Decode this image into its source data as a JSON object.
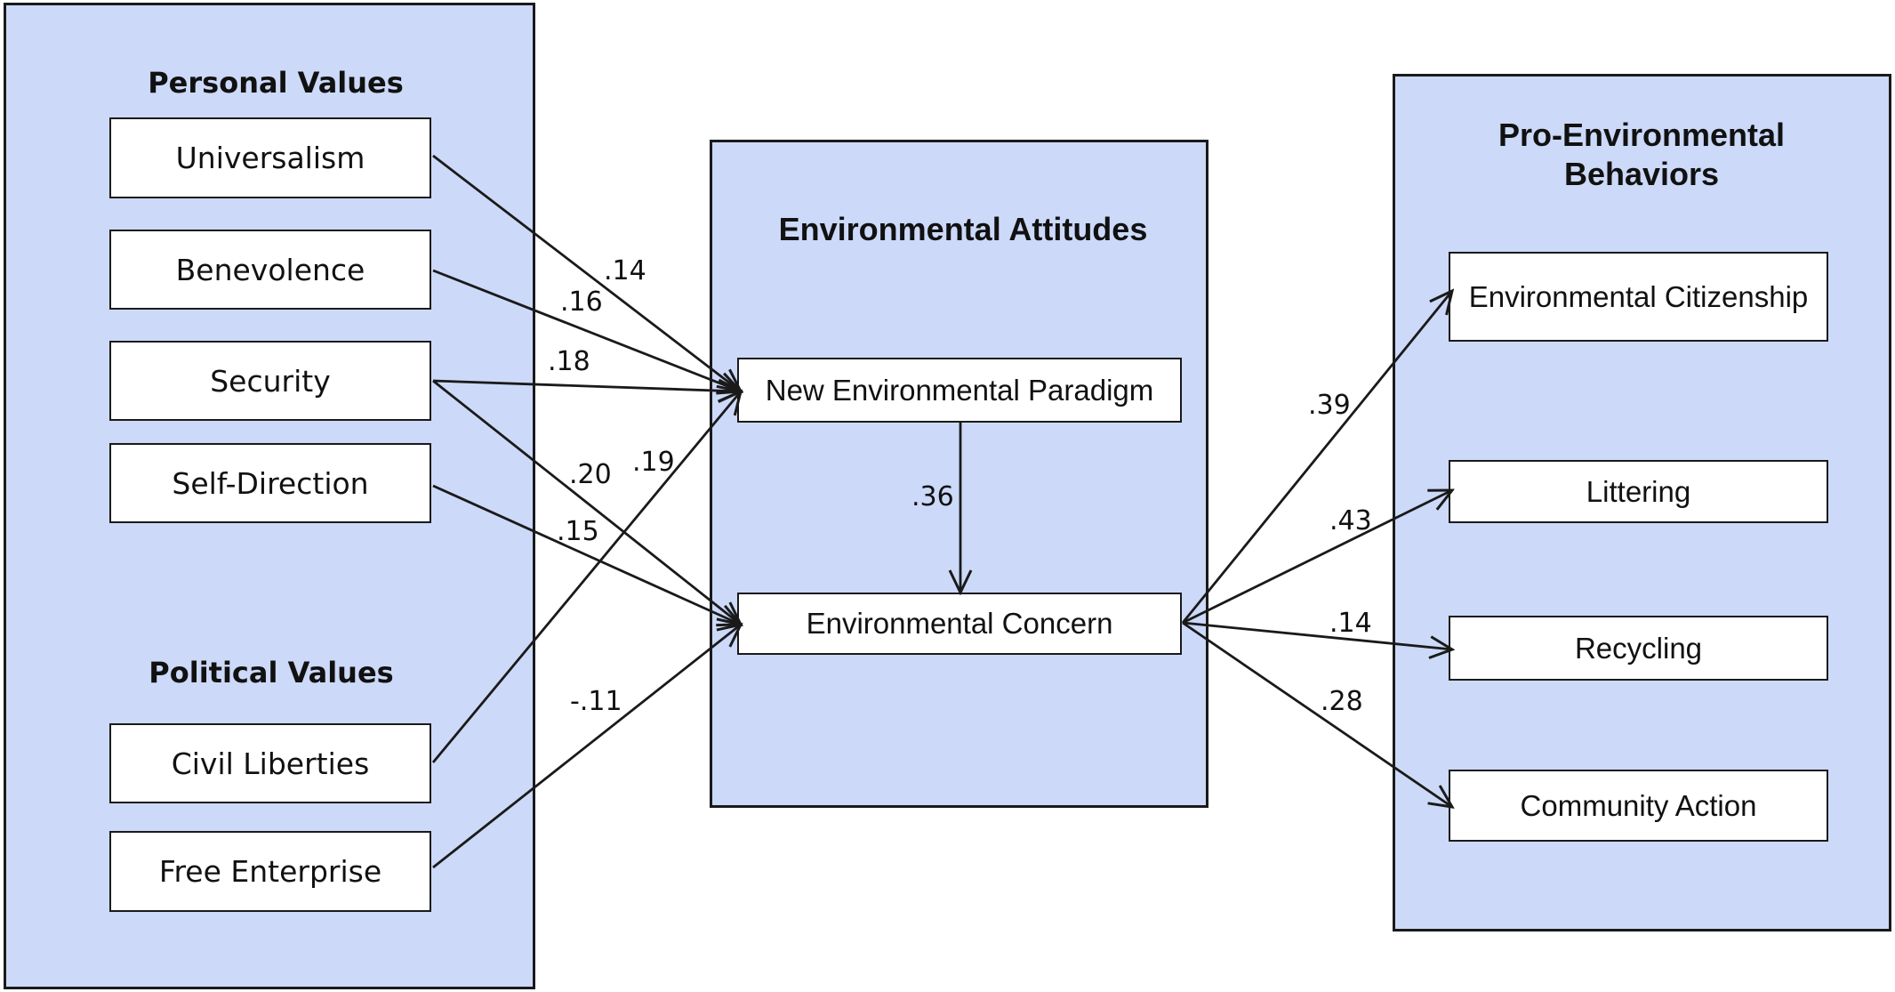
{
  "groups": {
    "personal_values": "Personal Values",
    "political_values": "Political Values",
    "environmental_attitudes": "Environmental Attitudes",
    "behaviors_line1": "Pro-Environmental",
    "behaviors_line2": "Behaviors"
  },
  "nodes": {
    "universalism": "Universalism",
    "benevolence": "Benevolence",
    "security": "Security",
    "self_direction": "Self-Direction",
    "civil_liberties": "Civil Liberties",
    "free_enterprise": "Free Enterprise",
    "nep": "New Environmental Paradigm",
    "concern": "Environmental Concern",
    "citizenship": "Environmental Citizenship",
    "littering": "Littering",
    "recycling": "Recycling",
    "community": "Community Action"
  },
  "edges": [
    {
      "from": "universalism",
      "to": "nep",
      "coef": ".14"
    },
    {
      "from": "benevolence",
      "to": "nep",
      "coef": ".16"
    },
    {
      "from": "security",
      "to": "nep",
      "coef": ".18"
    },
    {
      "from": "security",
      "to": "concern",
      "coef": ".20"
    },
    {
      "from": "civil_liberties",
      "to": "nep",
      "coef": ".19"
    },
    {
      "from": "self_direction",
      "to": "concern",
      "coef": ".15"
    },
    {
      "from": "free_enterprise",
      "to": "concern",
      "coef": "-.11"
    },
    {
      "from": "nep",
      "to": "concern",
      "coef": ".36"
    },
    {
      "from": "concern",
      "to": "citizenship",
      "coef": ".39"
    },
    {
      "from": "concern",
      "to": "littering",
      "coef": ".43"
    },
    {
      "from": "concern",
      "to": "recycling",
      "coef": ".14"
    },
    {
      "from": "concern",
      "to": "community",
      "coef": ".28"
    }
  ],
  "colors": {
    "panel": "#ccd9f8",
    "stroke": "#1a1a1a"
  }
}
